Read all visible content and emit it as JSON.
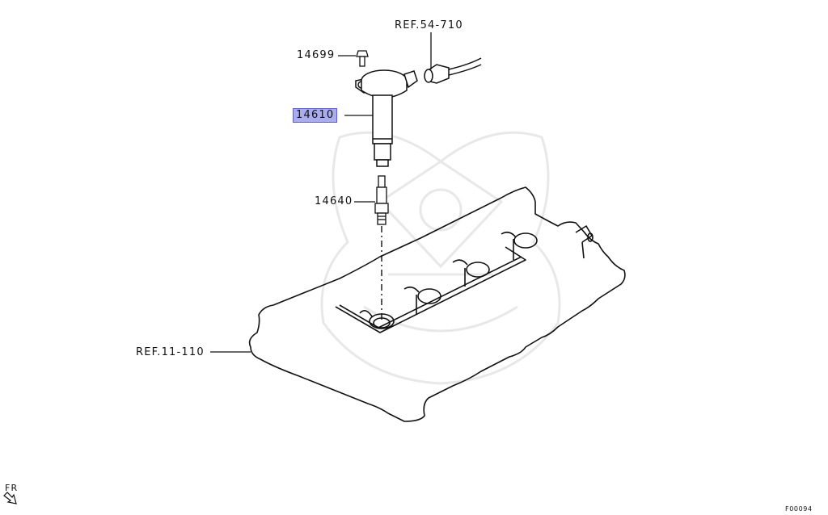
{
  "diagram": {
    "type": "exploded parts diagram",
    "subject": "Ignition coil and spark plug on valve cover",
    "highlight_color": "#a9adee",
    "highlight_border": "#5a60c8",
    "line_color": "#111111",
    "watermark_color": "#e6e6e6"
  },
  "labels": {
    "ref_connector": "REF.54-710",
    "bolt": "14699",
    "coil": "14610",
    "spark_plug": "14640",
    "ref_valve_cover": "REF.11-110"
  },
  "orientation": {
    "label": "FR",
    "arrow_icon": "front-direction-arrow"
  },
  "figure_id": "F00094"
}
